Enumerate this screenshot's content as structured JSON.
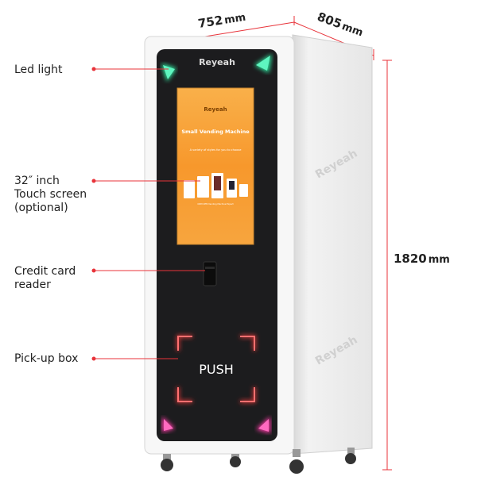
{
  "brand": "Reyeah",
  "dimensions": {
    "width": {
      "value": "752",
      "unit": "mm"
    },
    "depth": {
      "value": "805",
      "unit": "mm"
    },
    "height": {
      "value": "1820",
      "unit": "mm"
    }
  },
  "callouts": {
    "led": "Led light",
    "screen": [
      "32″ inch",
      "Touch screen",
      "(optional)"
    ],
    "card": [
      "Credit card",
      "reader"
    ],
    "pickup": "Pick-up box"
  },
  "screen_content": {
    "title": "Small Vending Machine",
    "subtitle": "A variety of styles for you to choose",
    "footer": "ODM OEM Vending Machine Expert"
  },
  "push_label": "PUSH",
  "watermark": "Reyeah",
  "colors": {
    "accent_line": "#e8333a",
    "led_top": "#2ee8a0",
    "led_bottom": "#ff3aa8",
    "screen": "#f7a033",
    "pickup_frame": "#ff3b3b"
  }
}
